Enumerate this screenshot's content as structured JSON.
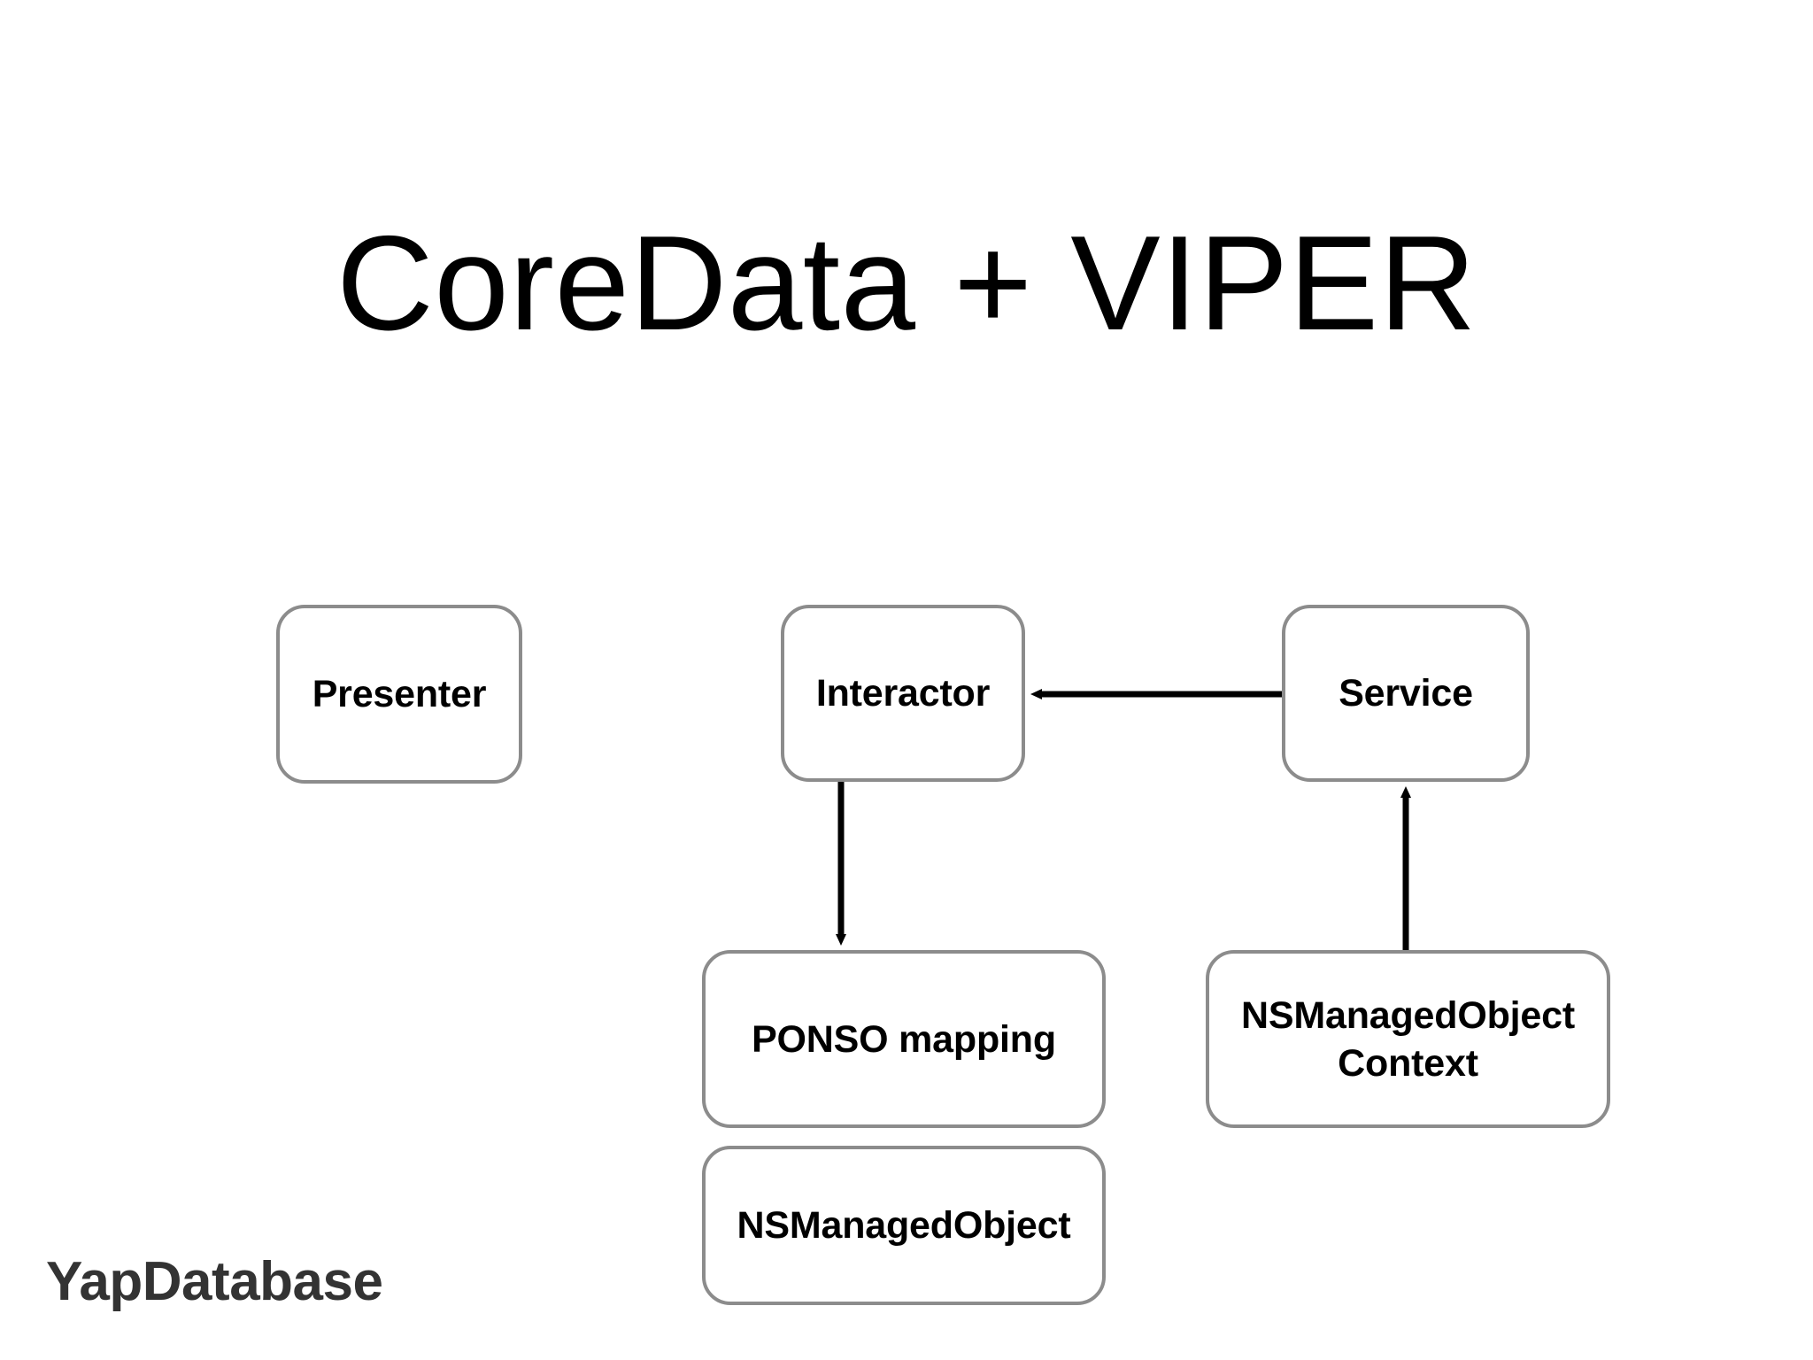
{
  "slide": {
    "title": "CoreData + VIPER",
    "background_color": "#ffffff",
    "brand": "YapDatabase",
    "brand_color": "#333333"
  },
  "theme": {
    "node_border_color": "#8c8c8c",
    "node_fill_color": "#ffffff",
    "node_text_color": "#000000",
    "connector_color": "#000000",
    "title_color": "#000000"
  },
  "diagram": {
    "nodes": [
      {
        "id": "presenter",
        "label": "Presenter"
      },
      {
        "id": "interactor",
        "label": "Interactor"
      },
      {
        "id": "service",
        "label": "Service"
      },
      {
        "id": "ponso",
        "label": "PONSO mapping"
      },
      {
        "id": "nsmo",
        "label": "NSManagedObject"
      },
      {
        "id": "nsmoc",
        "label": "NSManagedObject Context"
      }
    ],
    "edges": [
      {
        "id": "service-to-interactor",
        "from": "service",
        "to": "interactor",
        "direction": "left",
        "arrowhead": "end"
      },
      {
        "id": "interactor-to-ponso",
        "from": "interactor",
        "to": "ponso",
        "direction": "down",
        "arrowhead": "end"
      },
      {
        "id": "nsmoc-to-service",
        "from": "nsmoc",
        "to": "service",
        "direction": "up",
        "arrowhead": "end"
      }
    ]
  }
}
